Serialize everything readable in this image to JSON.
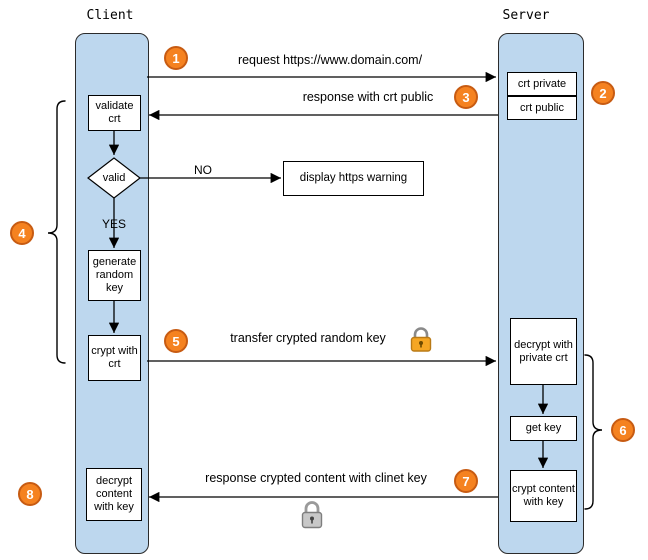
{
  "headers": {
    "client": "Client",
    "server": "Server"
  },
  "messages": {
    "step1": "request https://www.domain.com/",
    "step3": "response with crt public",
    "step5": "transfer crypted random key",
    "step7": "response crypted content with clinet key"
  },
  "client_flow": {
    "validate_crt": "validate crt",
    "valid": "valid",
    "no_label": "NO",
    "yes_label": "YES",
    "https_warning": "display https warning",
    "generate_key": "generate random key",
    "crypt_with_crt": "crypt with crt",
    "decrypt_content": "decrypt content with key"
  },
  "server_flow": {
    "crt_private": "crt private",
    "crt_public": "crt public",
    "decrypt_private": "decrypt with private crt",
    "get_key": "get key",
    "crypt_content": "crypt content with key"
  },
  "badges": {
    "n1": "1",
    "n2": "2",
    "n3": "3",
    "n4": "4",
    "n5": "5",
    "n6": "6",
    "n7": "7",
    "n8": "8"
  },
  "icons": {
    "lock_gold": "gold-padlock",
    "lock_silver": "silver-padlock"
  },
  "colors": {
    "lifeline_fill": "#BDD7EE",
    "lifeline_border": "#2B2B2B",
    "badge_fill": "#F58220",
    "badge_border": "#C75B12",
    "arrow": "#000000",
    "gold_lock_body": "#F5A623",
    "silver_lock_body": "#C8C8C8"
  }
}
